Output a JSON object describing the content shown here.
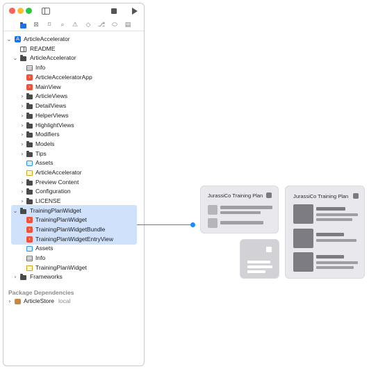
{
  "window": {
    "toolbar": {
      "close_icon": "close-traffic-light",
      "minimize_icon": "minimize-traffic-light",
      "zoom_icon": "zoom-traffic-light",
      "sidebar_icon": "sidebar-toggle-icon",
      "stop_icon": "stop-icon",
      "run_icon": "run-icon"
    },
    "navigator_tabs": [
      {
        "icon": "folder-icon",
        "glyph": "▬"
      },
      {
        "icon": "source-control-icon",
        "glyph": "⊠"
      },
      {
        "icon": "bookmark-icon",
        "glyph": "⌑"
      },
      {
        "icon": "search-icon",
        "glyph": "⌕"
      },
      {
        "icon": "issue-icon",
        "glyph": "⚠"
      },
      {
        "icon": "test-icon",
        "glyph": "◇"
      },
      {
        "icon": "debug-icon",
        "glyph": "⎇"
      },
      {
        "icon": "breakpoint-icon",
        "glyph": "⬭"
      },
      {
        "icon": "report-icon",
        "glyph": "▤"
      }
    ]
  },
  "project_tree": [
    {
      "label": "ArticleAccelerator",
      "icon": "app-icon",
      "disclosure": "open"
    },
    {
      "label": "README",
      "icon": "book-icon",
      "disclosure": "none"
    },
    {
      "label": "ArticleAccelerator",
      "icon": "folder-icon",
      "disclosure": "open"
    },
    {
      "label": "Info",
      "icon": "plist-icon",
      "disclosure": "none"
    },
    {
      "label": "ArticleAcceleratorApp",
      "icon": "swift-file-icon",
      "disclosure": "none"
    },
    {
      "label": "MainView",
      "icon": "swift-file-icon",
      "disclosure": "none"
    },
    {
      "label": "ArticleViews",
      "icon": "folder-icon",
      "disclosure": "closed"
    },
    {
      "label": "DetailViews",
      "icon": "folder-icon",
      "disclosure": "closed"
    },
    {
      "label": "HelperViews",
      "icon": "folder-icon",
      "disclosure": "closed"
    },
    {
      "label": "HighlightViews",
      "icon": "folder-icon",
      "disclosure": "closed"
    },
    {
      "label": "Modifiers",
      "icon": "folder-icon",
      "disclosure": "closed"
    },
    {
      "label": "Models",
      "icon": "folder-icon",
      "disclosure": "closed"
    },
    {
      "label": "Tips",
      "icon": "folder-icon",
      "disclosure": "closed"
    },
    {
      "label": "Assets",
      "icon": "asset-catalog-icon",
      "disclosure": "none"
    },
    {
      "label": "ArticleAccelerator",
      "icon": "entitlements-icon",
      "disclosure": "none"
    },
    {
      "label": "Preview Content",
      "icon": "folder-icon",
      "disclosure": "closed"
    },
    {
      "label": "Configuration",
      "icon": "folder-icon",
      "disclosure": "closed"
    },
    {
      "label": "LICENSE",
      "icon": "folder-icon",
      "disclosure": "closed"
    },
    {
      "label": "TrainingPlanWidget",
      "icon": "folder-icon",
      "disclosure": "open"
    },
    {
      "label": "TrainingPlanWidget",
      "icon": "swift-file-icon",
      "disclosure": "none"
    },
    {
      "label": "TrainingPlanWidgetBundle",
      "icon": "swift-file-icon",
      "disclosure": "none"
    },
    {
      "label": "TrainingPlanWidgetEntryView",
      "icon": "swift-file-icon",
      "disclosure": "none"
    },
    {
      "label": "Assets",
      "icon": "asset-catalog-icon",
      "disclosure": "none"
    },
    {
      "label": "Info",
      "icon": "plist-icon",
      "disclosure": "none"
    },
    {
      "label": "TrainingPlanWidget",
      "icon": "entitlements-icon",
      "disclosure": "none"
    },
    {
      "label": "Frameworks",
      "icon": "folder-icon",
      "disclosure": "closed"
    }
  ],
  "package_dependencies": {
    "header": "Package Dependencies",
    "items": [
      {
        "label": "ArticleStore",
        "suffix": "local",
        "icon": "package-icon",
        "disclosure": "closed"
      }
    ]
  },
  "widget_previews": {
    "medium_title": "JurassiCo Training Plan",
    "large_title": "JurassiCo Training Plan"
  },
  "colors": {
    "accent": "#1a8cff",
    "selection": "#cfe1fb",
    "swift": "#f05138",
    "widget_bg": "#e9e9ed"
  }
}
